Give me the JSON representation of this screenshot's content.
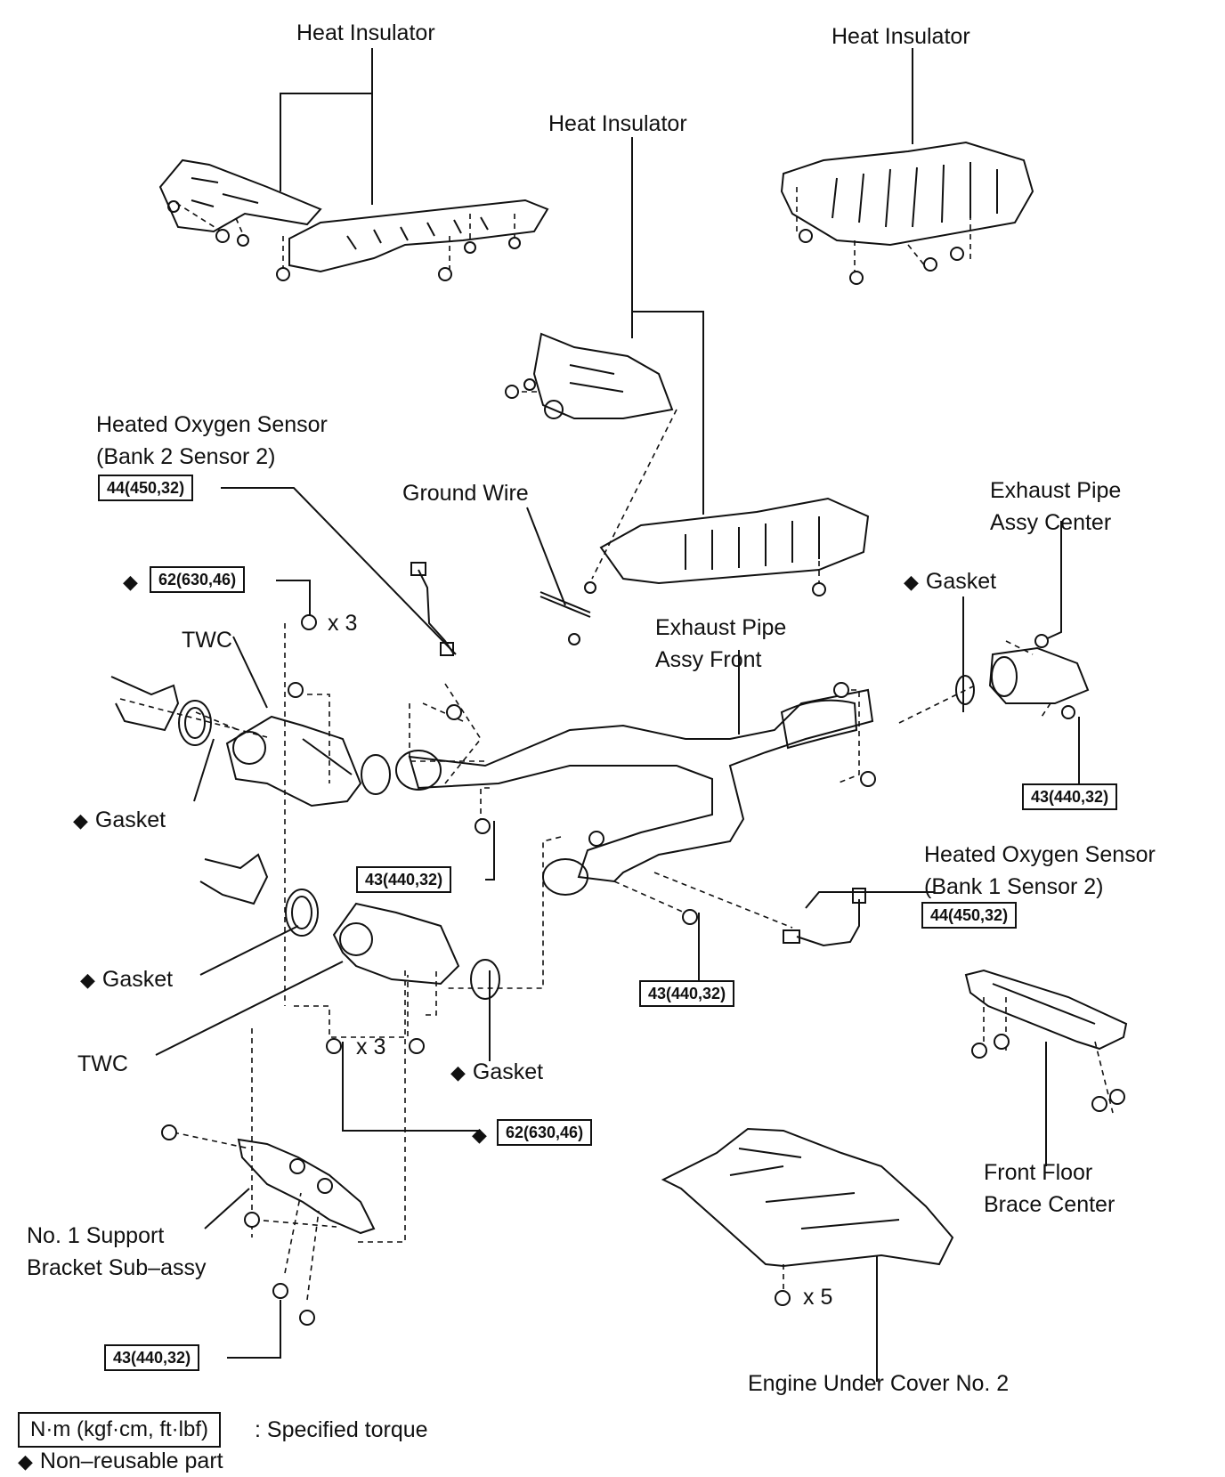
{
  "labels": {
    "heat_insulator_1": "Heat Insulator",
    "heat_insulator_2": "Heat Insulator",
    "heat_insulator_3": "Heat Insulator",
    "ho2_bank2_line1": "Heated Oxygen Sensor",
    "ho2_bank2_line2": "(Bank 2 Sensor 2)",
    "ground_wire": "Ground Wire",
    "exhaust_center_line1": "Exhaust Pipe",
    "exhaust_center_line2": "Assy Center",
    "gasket_upper_right": "Gasket",
    "twc_upper": "TWC",
    "exhaust_front_line1": "Exhaust Pipe",
    "exhaust_front_line2": "Assy Front",
    "gasket_left_upper": "Gasket",
    "ho2_bank1_line1": "Heated Oxygen Sensor",
    "ho2_bank1_line2": "(Bank 1 Sensor 2)",
    "gasket_left_lower": "Gasket",
    "twc_lower": "TWC",
    "gasket_lower_mid": "Gasket",
    "front_floor_line1": "Front Floor",
    "front_floor_line2": "Brace Center",
    "support_bracket_line1": "No. 1 Support",
    "support_bracket_line2": "Bracket Sub–assy",
    "engine_under_cover": "Engine Under Cover No. 2",
    "x3_upper": "x 3",
    "x3_lower": "x 3",
    "x5": "x 5"
  },
  "torques": {
    "t_44_upper": "44(450,32)",
    "t_62_upper": "62(630,46)",
    "t_43_right": "43(440,32)",
    "t_43_mid_left": "43(440,32)",
    "t_44_lower": "44(450,32)",
    "t_43_mid": "43(440,32)",
    "t_62_lower": "62(630,46)",
    "t_43_bottom": "43(440,32)"
  },
  "legend": {
    "torque_unit": "N·m (kgf·cm, ft·lbf)",
    "torque_desc": ": Specified torque",
    "nonreusable": "Non–reusable part"
  },
  "symbols": {
    "nonreusable_mark": "◆"
  }
}
